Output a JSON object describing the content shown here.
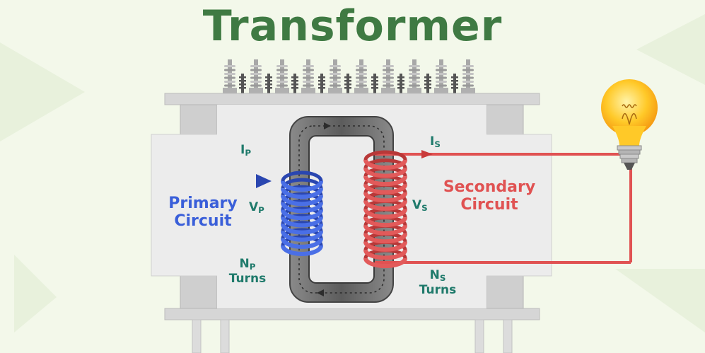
{
  "title": "Transformer",
  "labels": {
    "ip_main": "I",
    "ip_sub": "P",
    "vp_main": "V",
    "vp_sub": "P",
    "np_main": "N",
    "np_sub": "P",
    "np_turns": "Turns",
    "is_main": "I",
    "is_sub": "S",
    "vs_main": "V",
    "vs_sub": "S",
    "ns_main": "N",
    "ns_sub": "S",
    "ns_turns": "Turns"
  },
  "primary": {
    "line1": "Primary",
    "line2": "Circuit"
  },
  "secondary": {
    "line1": "Secondary",
    "line2": "Circuit"
  },
  "colors": {
    "title": "#3f7a43",
    "label": "#1f7a6b",
    "primary": "#3a5fd9",
    "secondary": "#e05252",
    "core": "#6b6b6b",
    "tank": "#e2e2e2",
    "background": "#f3f8ea"
  },
  "icons": [
    "light-bulb-icon",
    "bushing-icon",
    "flow-arrow-icon"
  ]
}
